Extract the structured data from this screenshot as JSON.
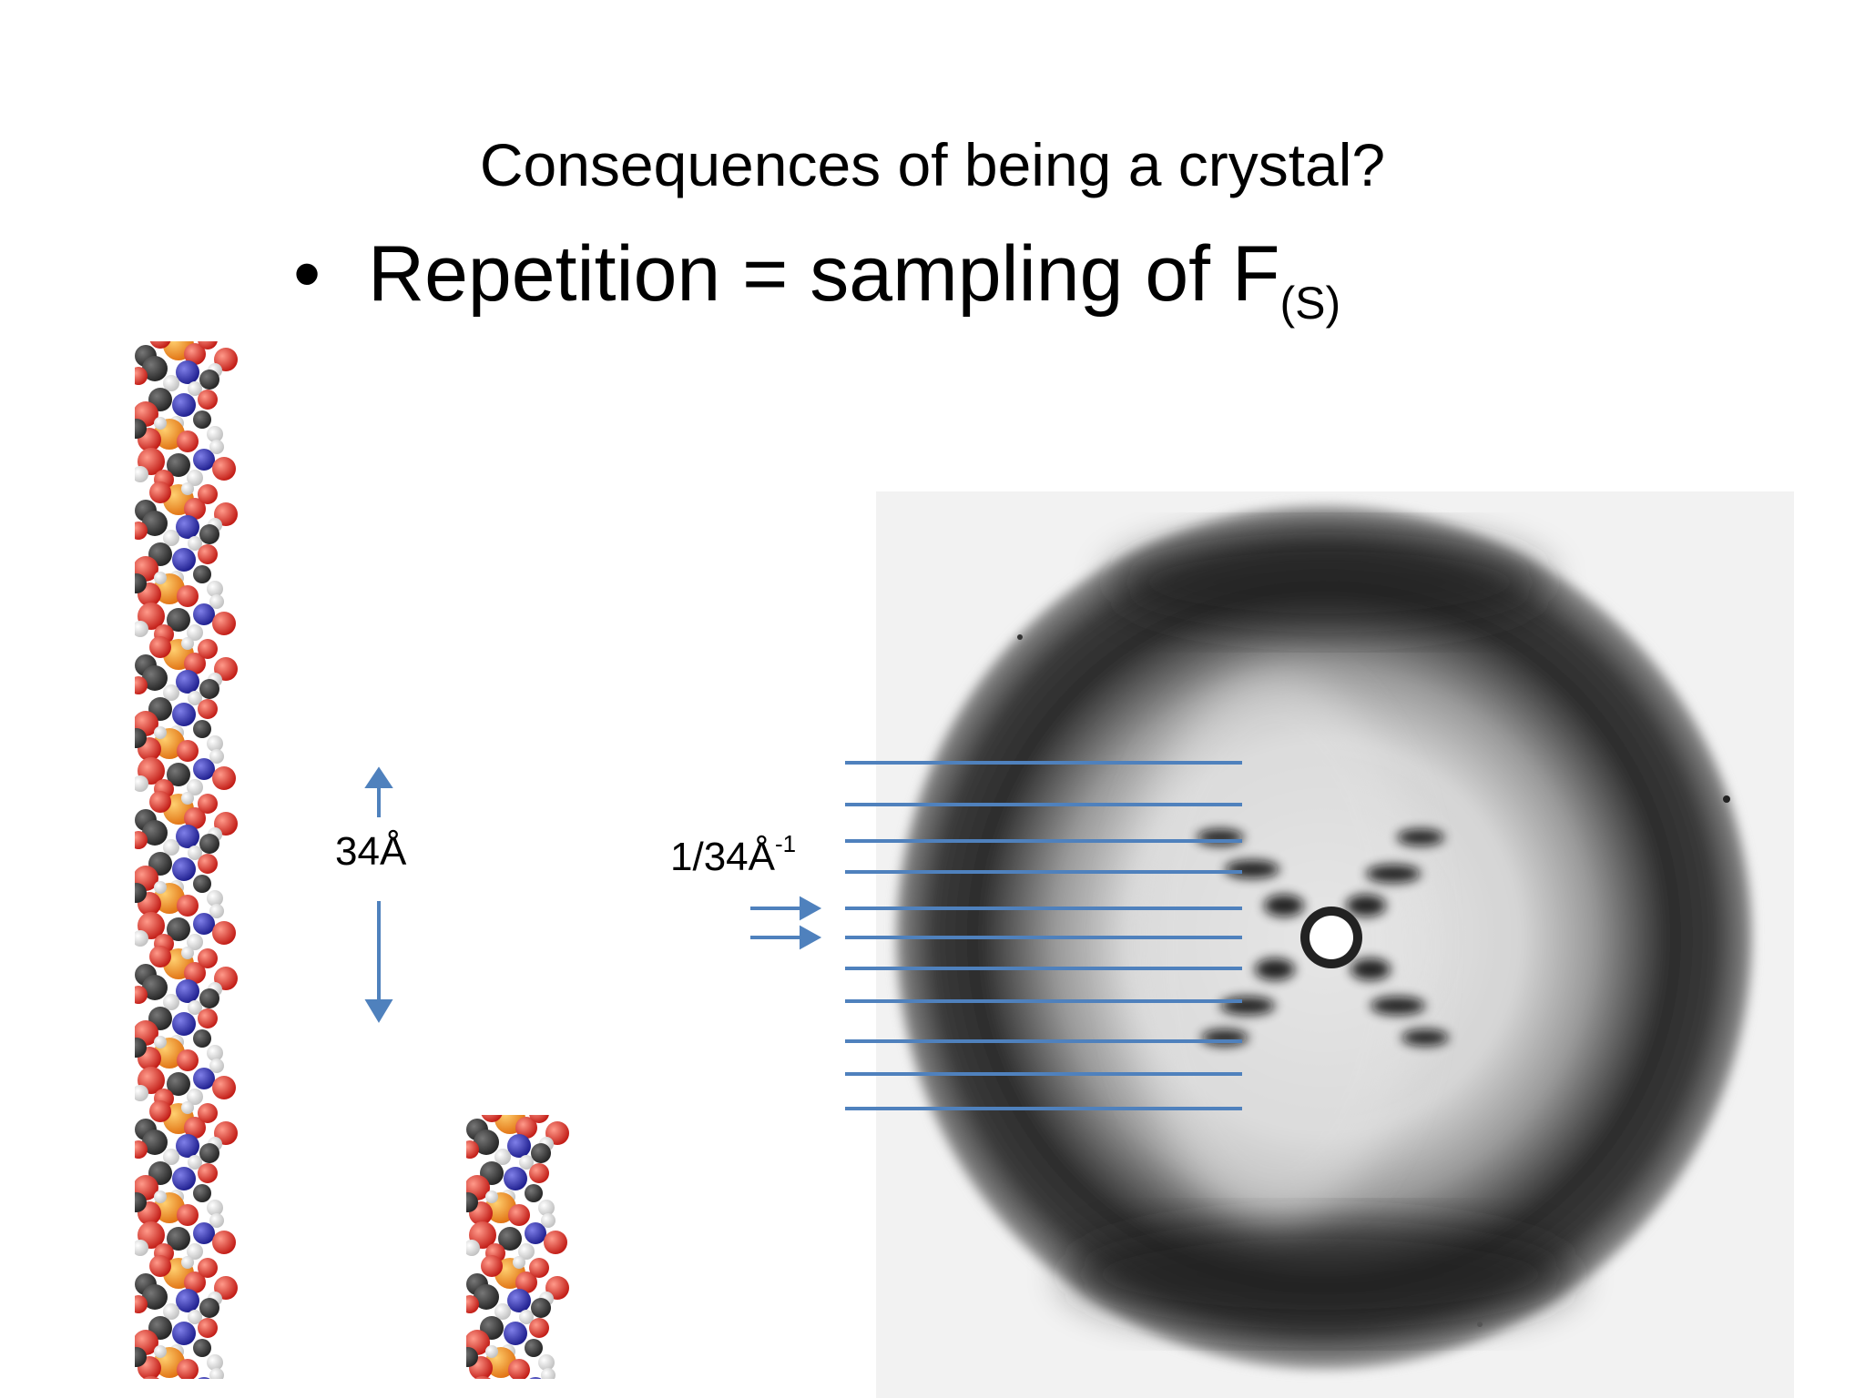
{
  "slide": {
    "title": "Consequences of being a crystal?",
    "bullet": {
      "marker": "•",
      "text": "Repetition = sampling of F",
      "subscript": "(S)"
    }
  },
  "labels": {
    "period": "34Å",
    "reciprocal": "1/34Å",
    "reciprocal_superscript": "-1"
  },
  "colors": {
    "annotation_blue": "#4f81bd",
    "phosphate_orange": "#f08020",
    "oxygen_red": "#d8231a",
    "nitrogen_blue": "#2424a0",
    "carbon_dark": "#2f2f2f",
    "hydrogen_white": "#f4f4f4"
  },
  "layer_lines_count": 11
}
